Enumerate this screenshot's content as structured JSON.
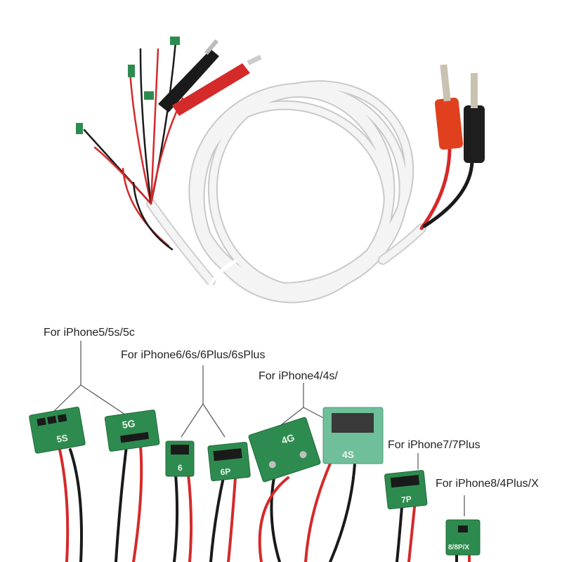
{
  "labels": {
    "iphone5": "For iPhone5/5s/5c",
    "iphone6": "For iPhone6/6s/6Plus/6sPlus",
    "iphone4": "For iPhone4/4s/",
    "iphone7": "For iPhone7/7Plus",
    "iphone8": "For iPhone8/4Plus/X"
  },
  "boards": {
    "b5s": "5S",
    "b5g": "5G",
    "b6": "6",
    "b6p": "6P",
    "b4g": "4G",
    "b4s": "4S",
    "b7p": "7P",
    "b8": "8/8P/X"
  },
  "colors": {
    "board_green": "#2e8b4f",
    "wire_red": "#d42a2a",
    "wire_black": "#1a1a1a",
    "cable_white": "#f0f0f0",
    "plug_red": "#e0401e"
  }
}
